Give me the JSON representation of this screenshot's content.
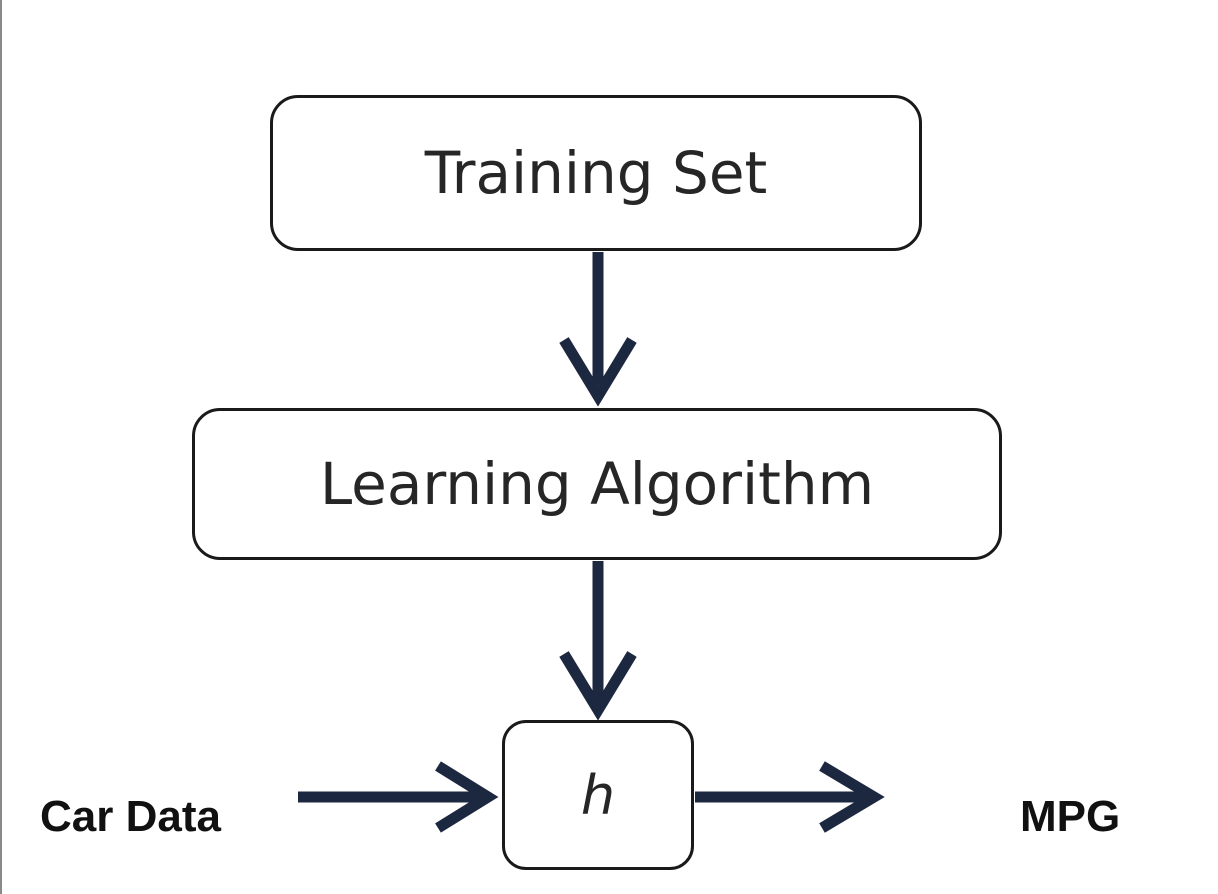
{
  "diagram": {
    "training_set_label": "Training Set",
    "learning_algorithm_label": "Learning Algorithm",
    "hypothesis_label": "h",
    "input_label": "Car Data",
    "output_label": "MPG"
  },
  "colors": {
    "arrow": "#1c2740",
    "box_border": "#1a1a1a",
    "text": "#262626"
  }
}
